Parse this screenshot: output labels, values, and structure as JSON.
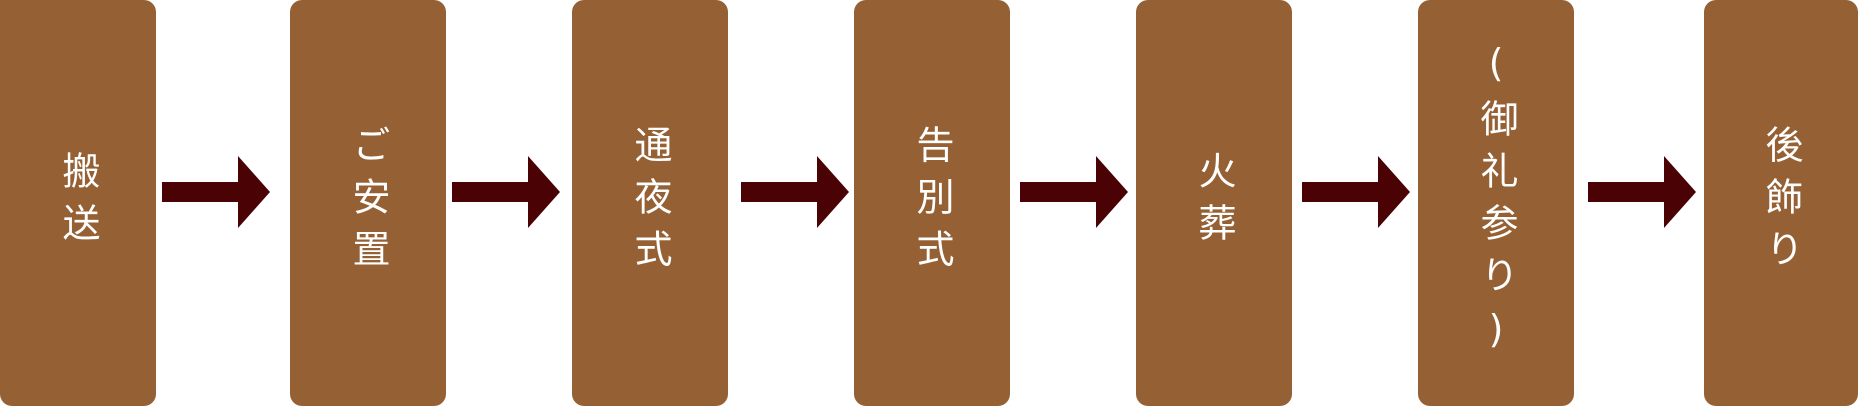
{
  "diagram": {
    "steps": [
      {
        "label": "搬送"
      },
      {
        "label": "ご安置"
      },
      {
        "label": "通夜式"
      },
      {
        "label": "告別式"
      },
      {
        "label": "火葬"
      },
      {
        "label": "(御礼参り)"
      },
      {
        "label": "後飾り"
      }
    ]
  },
  "colors": {
    "box": "#956134",
    "arrow": "#4a0204",
    "text": "#ffffff"
  }
}
